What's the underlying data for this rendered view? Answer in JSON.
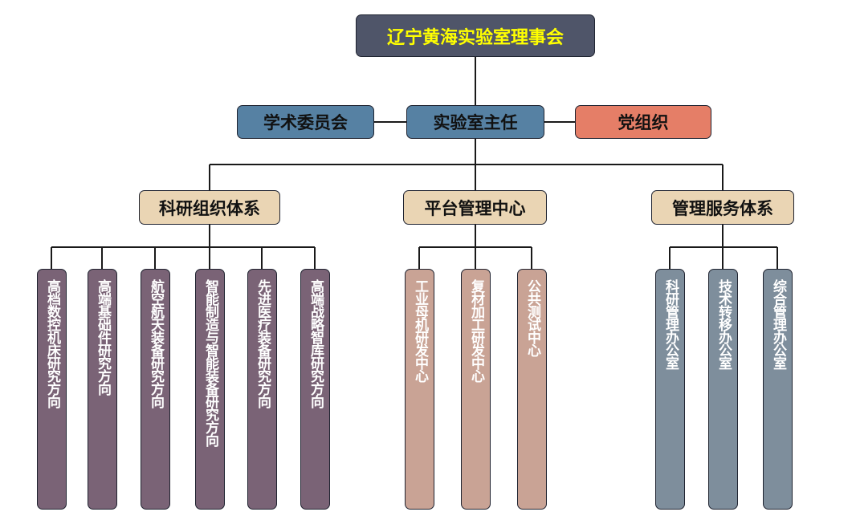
{
  "council": "辽宁黄海实验室理事会",
  "academic_committee": "学术委员会",
  "director": "实验室主任",
  "party_org": "党组织",
  "systems": [
    {
      "label": "科研组织体系",
      "children": [
        "高档数控机床研究方向",
        "高端基础件研究方向",
        "航空航天装备研究方向",
        "智能制造与智能装备研究方向",
        "先进医疗装备研究方向",
        "高端战略智库研究方向"
      ]
    },
    {
      "label": "平台管理中心",
      "children": [
        "工业母机研发中心",
        "复材加工研发中心",
        "公共测试中心"
      ]
    },
    {
      "label": "管理服务体系",
      "children": [
        "科研管理办公室",
        "技术转移办公室",
        "综合管理办公室"
      ]
    }
  ],
  "colors": {
    "council_bg": "#4f5569",
    "council_text": "#ffff00",
    "blue_node": "#5681a3",
    "party_node": "#e57e67",
    "system_node": "#ead5b4",
    "research_leaf": "#7a6376",
    "platform_leaf": "#c9a395",
    "service_leaf": "#7e8e9c"
  }
}
